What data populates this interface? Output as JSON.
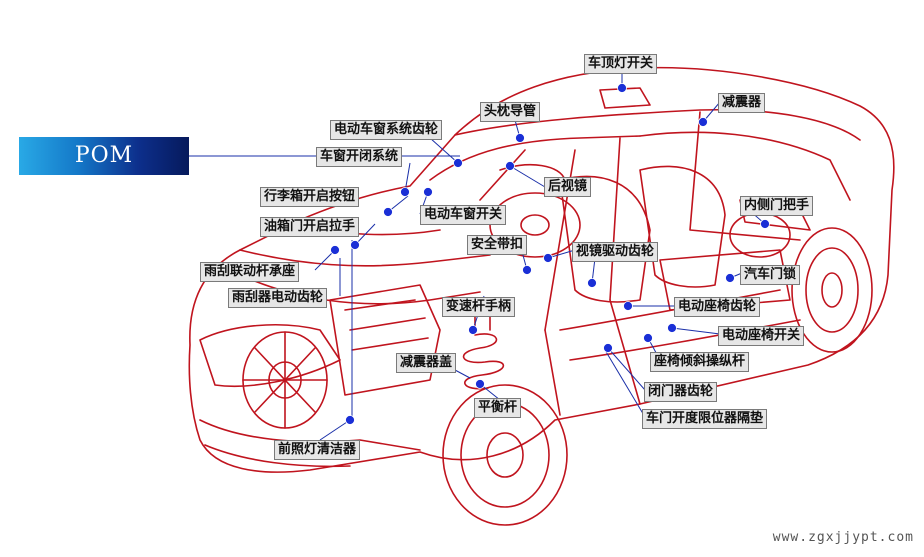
{
  "material": "POM",
  "watermark": "www.zgxjjypt.com",
  "colors": {
    "outline": "#c0141e",
    "leader": "#1a2fa8",
    "dot": "#1a2fd6",
    "label_bg": "#e6e6e6"
  },
  "parts": [
    {
      "id": "roof-light-switch",
      "text": "车顶灯开关"
    },
    {
      "id": "shock-absorber-rear",
      "text": "减震器"
    },
    {
      "id": "headrest-guide",
      "text": "头枕导管"
    },
    {
      "id": "power-window-gear",
      "text": "电动车窗系统齿轮"
    },
    {
      "id": "window-switch-system",
      "text": "车窗开闭系统"
    },
    {
      "id": "rear-mirror",
      "text": "后视镜"
    },
    {
      "id": "trunk-button",
      "text": "行李箱开启按钮"
    },
    {
      "id": "power-window-switch",
      "text": "电动车窗开关"
    },
    {
      "id": "inner-door-handle",
      "text": "内侧门把手"
    },
    {
      "id": "fuel-door-handle",
      "text": "油箱门开启拉手"
    },
    {
      "id": "seat-belt-buckle",
      "text": "安全带扣"
    },
    {
      "id": "mirror-drive-gear",
      "text": "视镜驱动齿轮"
    },
    {
      "id": "wiper-link-bearing",
      "text": "雨刮联动杆承座"
    },
    {
      "id": "car-door-lock",
      "text": "汽车门锁"
    },
    {
      "id": "wiper-motor-gear",
      "text": "雨刮器电动齿轮"
    },
    {
      "id": "gear-lever-handle",
      "text": "变速杆手柄"
    },
    {
      "id": "power-seat-gear",
      "text": "电动座椅齿轮"
    },
    {
      "id": "power-seat-switch",
      "text": "电动座椅开关"
    },
    {
      "id": "shock-absorber-cap",
      "text": "减震器盖"
    },
    {
      "id": "seat-tilt-lever",
      "text": "座椅倾斜操纵杆"
    },
    {
      "id": "door-closer-gear",
      "text": "闭门器齿轮"
    },
    {
      "id": "stabilizer-bar",
      "text": "平衡杆"
    },
    {
      "id": "door-check-gasket",
      "text": "车门开度限位器隔垫"
    },
    {
      "id": "headlight-washer",
      "text": "前照灯清洁器"
    }
  ]
}
